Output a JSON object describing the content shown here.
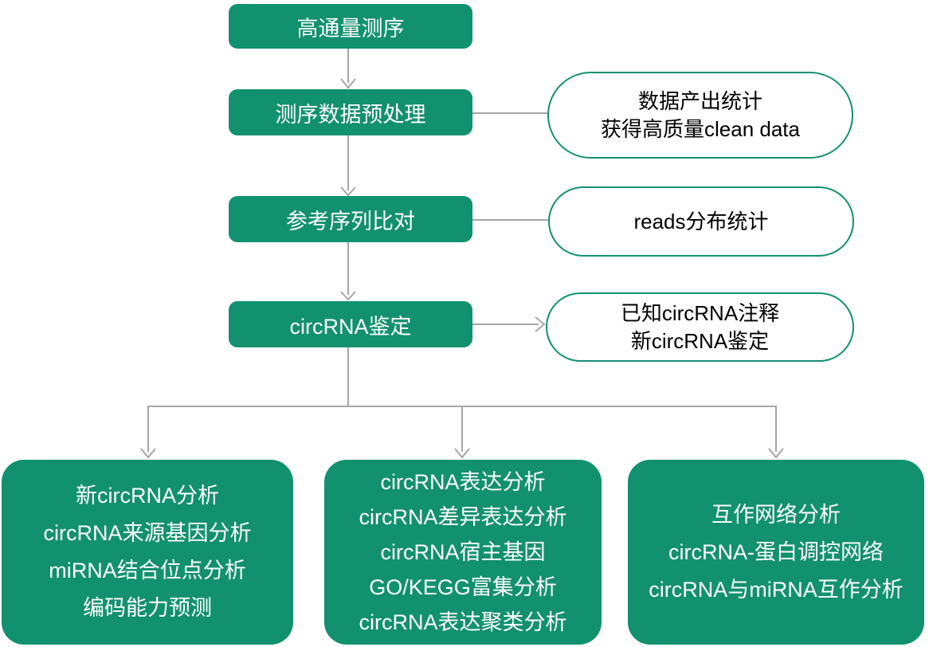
{
  "colors": {
    "green": "#12916E",
    "connector": "#A6A6A6",
    "oval_border": "#12916E",
    "oval_bg": "#FFFFFF",
    "box_text": "#FFFFFF",
    "oval_text": "#000000",
    "background": "#FFFFFF"
  },
  "flow": {
    "main_steps": [
      {
        "label": "高通量测序"
      },
      {
        "label": "测序数据预处理"
      },
      {
        "label": "参考序列比对"
      },
      {
        "label": "circRNA鉴定"
      }
    ],
    "side_notes": [
      {
        "lines": [
          "数据产出统计",
          "获得高质量clean data"
        ]
      },
      {
        "lines": [
          "reads分布统计"
        ]
      },
      {
        "lines": [
          "已知circRNA注释",
          "新circRNA鉴定"
        ]
      }
    ],
    "result_boxes": [
      {
        "lines": [
          "新circRNA分析",
          "circRNA来源基因分析",
          "miRNA结合位点分析",
          "编码能力预测"
        ]
      },
      {
        "lines": [
          "circRNA表达分析",
          "circRNA差异表达分析",
          "circRNA宿主基因",
          "GO/KEGG富集分析",
          "circRNA表达聚类分析"
        ]
      },
      {
        "lines": [
          "互作网络分析",
          "circRNA-蛋白调控网络",
          "circRNA与miRNA互作分析"
        ]
      }
    ]
  }
}
